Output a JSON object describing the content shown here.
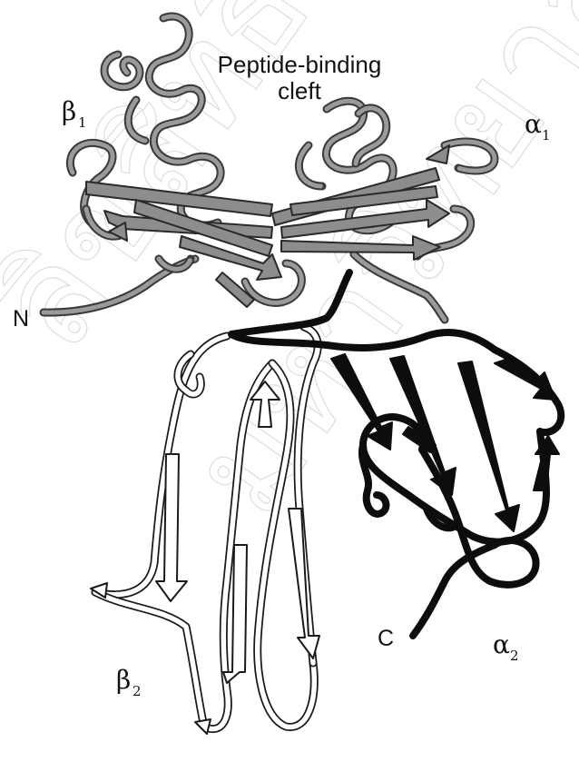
{
  "labels": {
    "cleft": [
      "Peptide-binding",
      "cleft"
    ],
    "beta1": "β",
    "beta1_sub": "1",
    "alpha1": "α",
    "alpha1_sub": "1",
    "alpha2": "α",
    "alpha2_sub": "2",
    "beta2": "β",
    "beta2_sub": "2",
    "n_terminus": "N",
    "c_terminus": "C"
  },
  "colors": {
    "alpha1_alpha2_domain": "#8d8d8d",
    "alpha3_domain": "#0d0d0d",
    "beta2_microglobulin": "#ffffff"
  }
}
